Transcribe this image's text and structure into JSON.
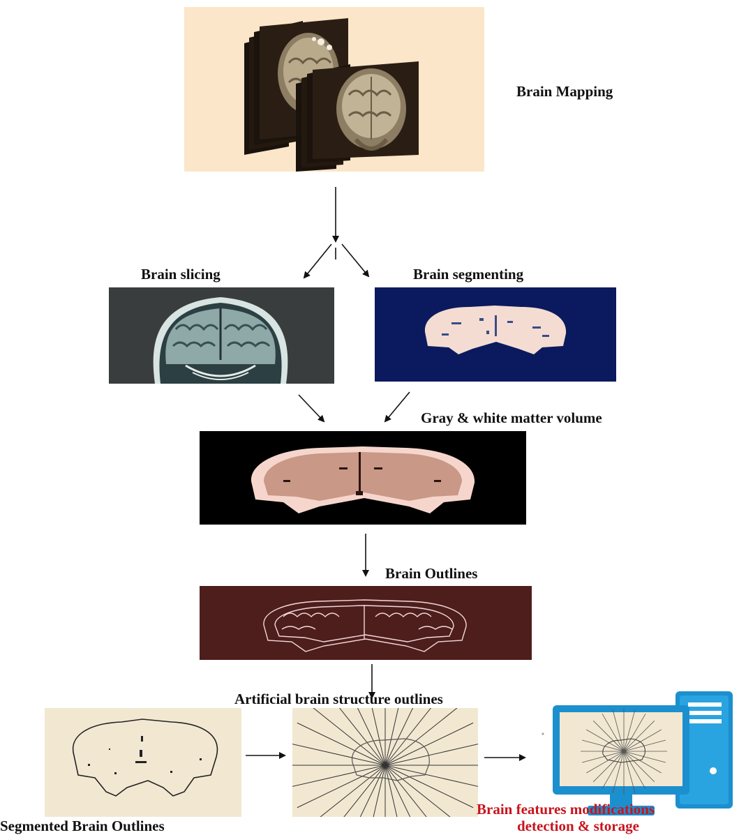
{
  "labels": {
    "brain_mapping": "Brain Mapping",
    "brain_slicing": "Brain slicing",
    "brain_segmenting": "Brain segmenting",
    "gray_white_volume": "Gray & white matter volume",
    "brain_outlines": "Brain Outlines",
    "artificial_outlines": "Artificial brain structure outlines",
    "segmented_outlines": "Segmented Brain Outlines",
    "features_line1": "Brain features modifications",
    "features_line2": "detection & storage"
  },
  "colors": {
    "mapping_bg": "#fce6c9",
    "slicing_bg": "#3a3d3e",
    "segmenting_bg": "#0b1a5e",
    "volume_bg": "#000000",
    "outlines_bg": "#4e1e1c",
    "paper_bg": "#f2e8d2",
    "monitor_blue": "#1c8fce",
    "highlight_red": "#c8141e"
  }
}
